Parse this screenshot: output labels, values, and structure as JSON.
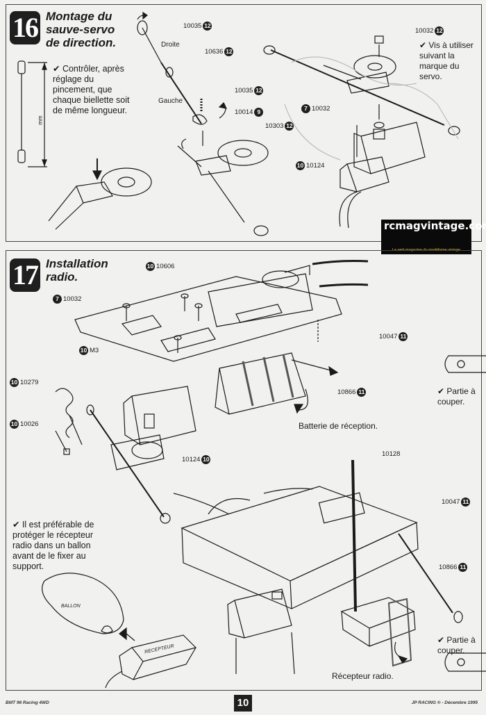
{
  "step16": {
    "number": "16",
    "title": [
      "Montage du",
      "sauve-servo",
      "de direction."
    ],
    "note_check": "Contrôler, après réglage du pincement, que chaque biellette soit de même longueur.",
    "unit_mm": "mm",
    "label_droite": "Droite",
    "label_gauche": "Gauche",
    "note_servo": "Vis à utiliser suivant la marque du servo.",
    "parts": [
      {
        "ref": "10035",
        "qty": "12"
      },
      {
        "ref": "10636",
        "qty": "12"
      },
      {
        "ref": "10035",
        "qty": "12"
      },
      {
        "ref": "10014",
        "qty": "9"
      },
      {
        "ref": "10303",
        "qty": "12"
      },
      {
        "ref": "10032",
        "qty": "12"
      },
      {
        "ref": "10032",
        "qty": "7"
      },
      {
        "ref": "10124",
        "qty": "10"
      }
    ]
  },
  "logo": {
    "name": "rcmagvintage.com",
    "tagline": "Le web magazine du modélisme vintage"
  },
  "step17": {
    "number": "17",
    "title": [
      "Installation",
      "radio."
    ],
    "parts": [
      {
        "ref": "10606",
        "qty": "10"
      },
      {
        "ref": "10032",
        "qty": "7"
      },
      {
        "ref": "M3",
        "qty": "10"
      },
      {
        "ref": "10047",
        "qty": "11"
      },
      {
        "ref": "10866",
        "qty": "11"
      },
      {
        "ref": "10279",
        "qty": "10"
      },
      {
        "ref": "10026",
        "qty": "10"
      },
      {
        "ref": "10124",
        "qty": "10"
      },
      {
        "ref": "10128",
        "qty": ""
      },
      {
        "ref": "10047",
        "qty": "11"
      },
      {
        "ref": "10866",
        "qty": "11"
      }
    ],
    "label_battery": "Batterie de réception.",
    "label_receiver": "Récepteur radio.",
    "label_cut_1": "Partie à couper.",
    "label_cut_2": "Partie à couper.",
    "note_balloon": "Il est préférable de protéger le récepteur radio dans un ballon avant de le fixer au support.",
    "label_ballon": "BALLON",
    "label_recepteur": "RECEPTEUR"
  },
  "footer": {
    "left": "BMT 96 Racing 4WD",
    "page": "10",
    "right": "JP RACING ® - Décembre 1995"
  }
}
